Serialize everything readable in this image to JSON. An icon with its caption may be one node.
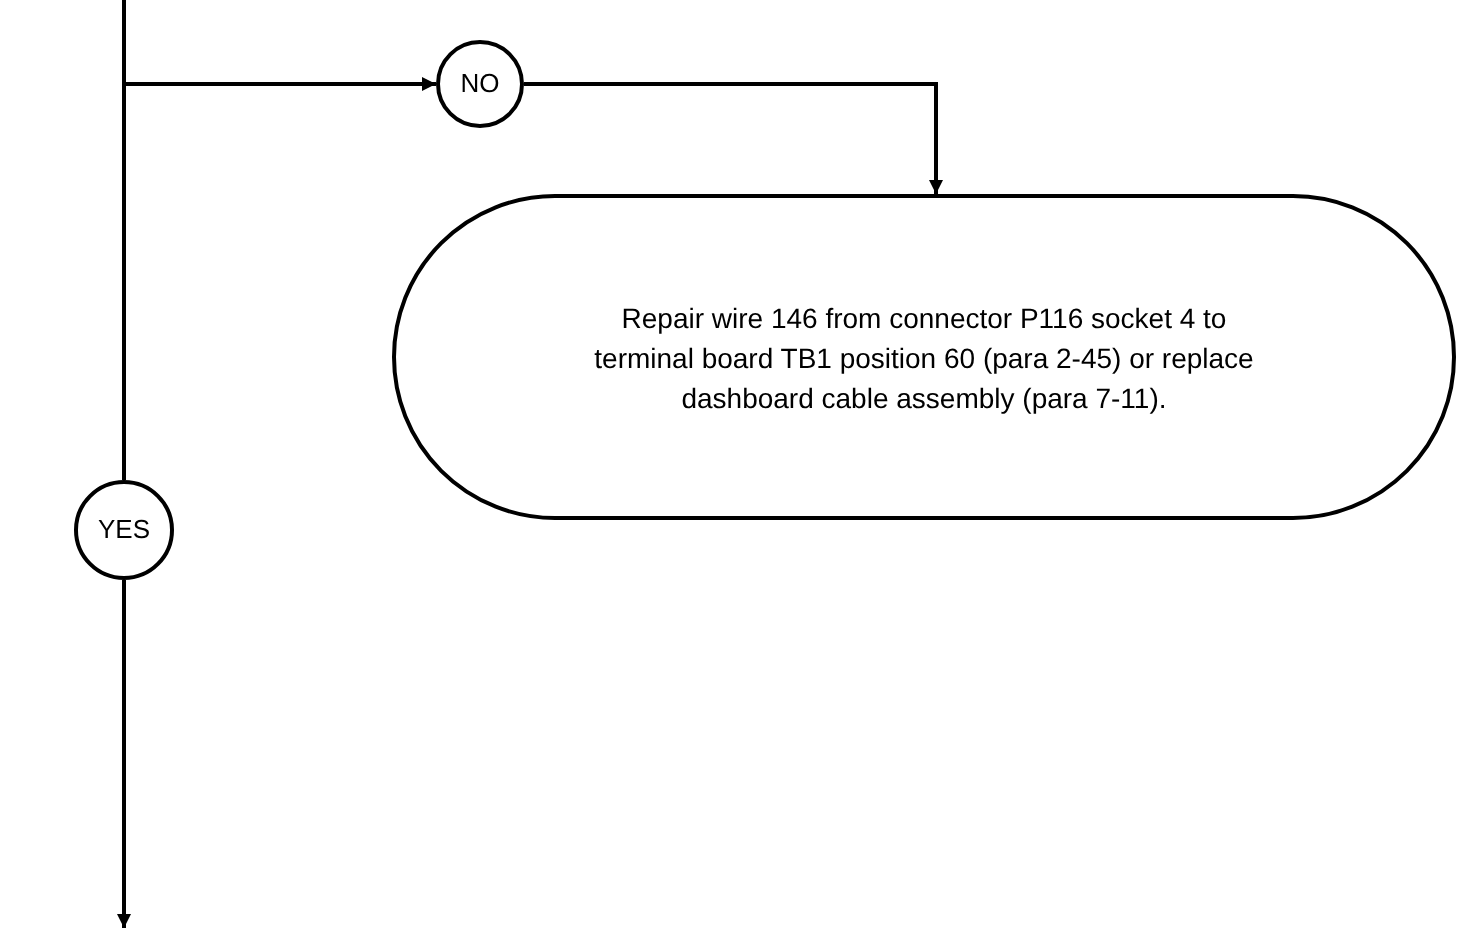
{
  "diagram": {
    "nodes": [
      {
        "text": [
          "NO"
        ]
      },
      {
        "text": [
          "Repair wire 146 from connector P116 socket 4 to terminal board TB1 position 60 (para 2-45) or replace dashboard cable assembly (para 7-11)."
        ]
      },
      {
        "text": [
          "YES"
        ]
      }
    ],
    "edges": [
      {
        "from": null,
        "to": 0,
        "arrow": "to"
      },
      {
        "from": null,
        "to": 2,
        "arrow": "none"
      },
      {
        "from": 0,
        "to": 1,
        "arrow": "to"
      },
      {
        "from": 2,
        "to": null,
        "arrow": "to"
      }
    ]
  }
}
